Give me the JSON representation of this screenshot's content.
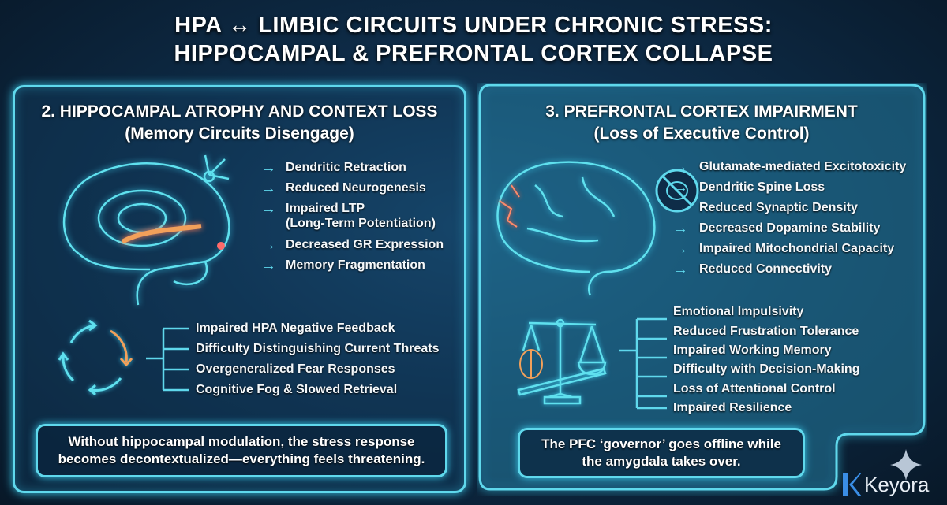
{
  "title": {
    "line1": "HPA ↔ LIMBIC CIRCUITS UNDER CHRONIC STRESS:",
    "line2": "HIPPOCAMPAL & PREFRONTAL CORTEX COLLAPSE"
  },
  "left": {
    "heading1": "2. HIPPOCAMPAL ATROPHY AND CONTEXT LOSS",
    "heading2": "(Memory Circuits Disengage)",
    "effects": [
      "Dendritic Retraction",
      "Reduced Neurogenesis",
      "Impaired LTP",
      "(Long-Term Potentiation)",
      "Decreased GR Expression",
      "Memory Fragmentation"
    ],
    "consequences": [
      "Impaired HPA Negative Feedback",
      "Difficulty Distinguishing Current Threats",
      "Overgeneralized Fear Responses",
      "Cognitive Fog & Slowed Retrieval"
    ],
    "note1": "Without hippocampal modulation, the stress response",
    "note2": "becomes decontextualized—everything feels threatening."
  },
  "right": {
    "heading1": "3. PREFRONTAL CORTEX IMPAIRMENT",
    "heading2": "(Loss of Executive Control)",
    "effects": [
      "Glutamate-mediated Excitotoxicity",
      "Dendritic Spine Loss",
      "Reduced Synaptic Density",
      "Decreased Dopamine Stability",
      "Impaired Mitochondrial Capacity",
      "Reduced Connectivity"
    ],
    "consequences": [
      "Emotional Impulsivity",
      "Reduced Frustration Tolerance",
      "Impaired Working Memory",
      "Difficulty with Decision-Making",
      "Loss of Attentional Control",
      "Impaired Resilience"
    ],
    "note1": "The PFC ‘governor’ goes offline while",
    "note2": "the amygdala takes over."
  },
  "logo": {
    "text": "Keyora"
  },
  "colors": {
    "accent": "#5fd8ec",
    "warm": "#f2a05a",
    "background": "#0e2c48"
  }
}
